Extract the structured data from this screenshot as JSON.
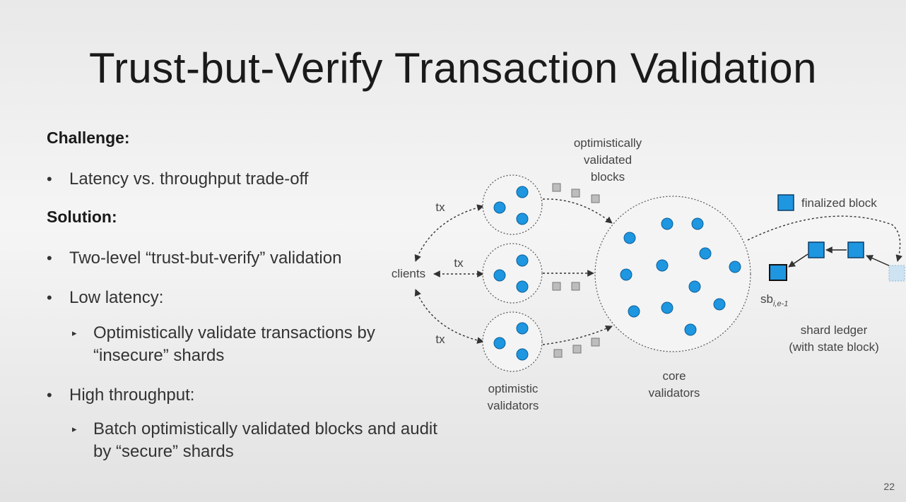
{
  "slide": {
    "title": "Trust-but-Verify Transaction Validation",
    "page_number": "22"
  },
  "left": {
    "challenge_heading": "Challenge:",
    "challenge_bullet": "Latency vs. throughput trade-off",
    "solution_heading": "Solution:",
    "solution_bullets": [
      "Two-level “trust-but-verify” validation",
      "Low latency:",
      "High throughput:"
    ],
    "sub_bullets": [
      "Optimistically validate transactions by “insecure” shards",
      "Batch optimistically validated blocks and audit by “secure” shards"
    ],
    "bullet_glyph": "•",
    "sub_bullet_glyph": "▸"
  },
  "diagram": {
    "colors": {
      "node": "#1e96e0",
      "node_stroke": "#0b5f99",
      "small_block": "#bdbdbd",
      "dashed": "#333333"
    },
    "labels": {
      "optimistically_validated_blocks": [
        "optimistically",
        "validated",
        "blocks"
      ],
      "clients": "clients",
      "tx": "tx",
      "optimistic_validators": [
        "optimistic",
        "validators"
      ],
      "core_validators": [
        "core",
        "validators"
      ],
      "finalized_block": "finalized block",
      "sb_main": "sb",
      "sb_sub": "i,e-1",
      "shard_ledger": [
        "shard ledger",
        "(with state block)"
      ]
    }
  }
}
